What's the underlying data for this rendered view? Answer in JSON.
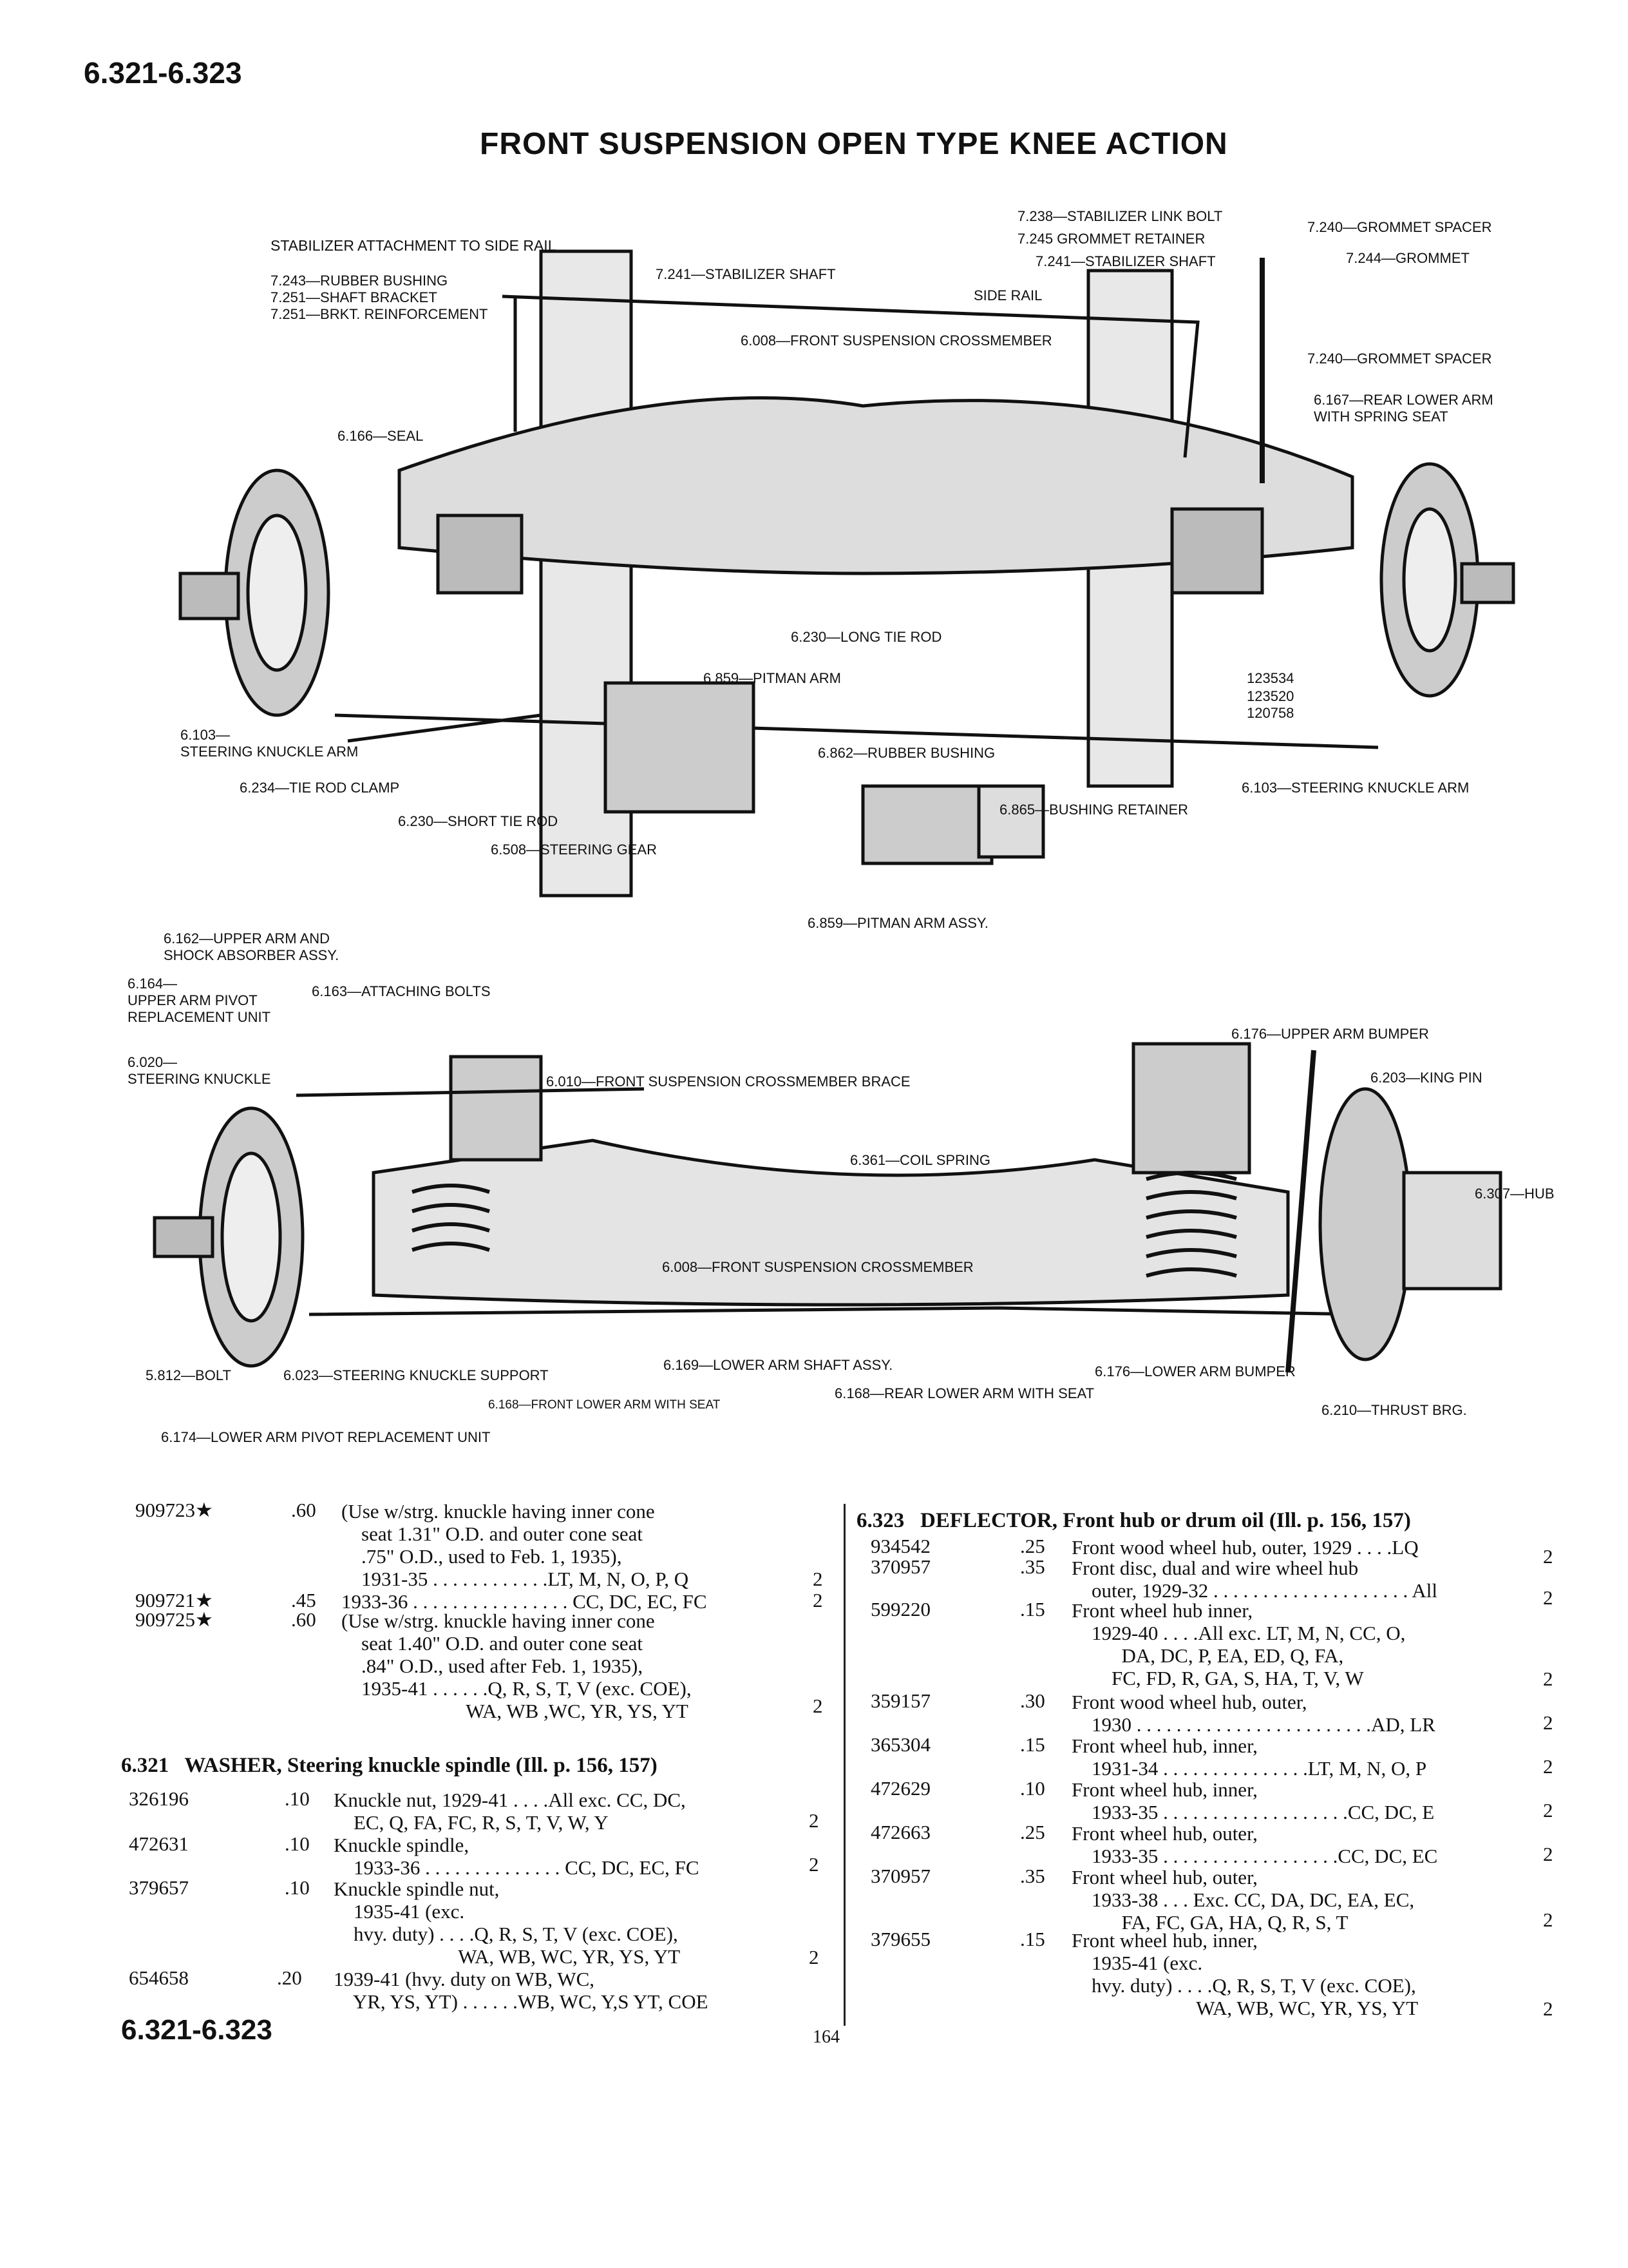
{
  "page": {
    "range_top": "6.321-6.323",
    "range_bottom": "6.321-6.323",
    "title": "FRONT SUSPENSION OPEN TYPE KNEE ACTION",
    "page_number": "164"
  },
  "diagram_top_labels": [
    "STABILIZER ATTACHMENT TO SIDE RAIL",
    "7.243—RUBBER BUSHING",
    "7.251—SHAFT BRACKET",
    "7.251—BRKT. REINFORCEMENT",
    "7.241—STABILIZER SHAFT",
    "7.238—STABILIZER LINK BOLT",
    "7.245 GROMMET RETAINER",
    "7.241—STABILIZER SHAFT",
    "7.240—GROMMET SPACER",
    "7.244—GROMMET",
    "SIDE RAIL",
    "6.008—FRONT SUSPENSION CROSSMEMBER",
    "7.240—GROMMET SPACER",
    "6.167—REAR LOWER ARM\nWITH SPRING SEAT",
    "6.166—SEAL",
    "6.230—LONG TIE ROD",
    "6.859—PITMAN ARM",
    "123534",
    "123520",
    "120758",
    "6.103—\nSTEERING KNUCKLE ARM",
    "6.234—TIE ROD CLAMP",
    "6.230—SHORT TIE ROD",
    "6.508—STEERING GEAR",
    "6.862—RUBBER BUSHING",
    "6.865—BUSHING RETAINER",
    "6.103—STEERING KNUCKLE ARM",
    "6.859—PITMAN ARM ASSY."
  ],
  "diagram_bottom_labels": [
    "6.162—UPPER ARM AND\nSHOCK ABSORBER ASSY.",
    "6.164—\nUPPER ARM PIVOT\nREPLACEMENT UNIT",
    "6.163—ATTACHING BOLTS",
    "6.020—\nSTEERING KNUCKLE",
    "6.010—FRONT SUSPENSION CROSSMEMBER BRACE",
    "6.176—UPPER ARM BUMPER",
    "6.203—KING PIN",
    "6.361—COIL SPRING",
    "6.307—HUB",
    "6.008—FRONT SUSPENSION CROSSMEMBER",
    "5.812—BOLT",
    "6.023—STEERING KNUCKLE SUPPORT",
    "6.169—LOWER ARM SHAFT ASSY.",
    "6.176—LOWER ARM BUMPER",
    "6.168—FRONT LOWER ARM WITH SEAT",
    "6.168—REAR LOWER ARM WITH SEAT",
    "6.210—THRUST BRG.",
    "6.174—LOWER ARM PIVOT REPLACEMENT UNIT"
  ],
  "left_column": {
    "entries_top": [
      {
        "part": "909723★",
        "price": ".60",
        "desc": "(Use w/strg. knuckle having inner cone\n    seat 1.31\" O.D. and outer cone seat\n    .75\" O.D., used to Feb. 1, 1935),\n    1931-35 . . . . . . . . . . . .LT, M, N, O, P, Q",
        "qty": "2"
      },
      {
        "part": "909721★",
        "price": ".45",
        "desc": "1933-36 . . . . . . . . . . . . . . . . CC, DC, EC, FC",
        "qty": "2"
      },
      {
        "part": "909725★",
        "price": ".60",
        "desc": "(Use w/strg. knuckle having inner cone\n    seat 1.40\" O.D. and outer cone seat\n    .84\" O.D., used after Feb. 1, 1935),\n    1935-41 . . . . . .Q, R, S, T, V (exc. COE),\n                         WA, WB ,WC, YR, YS, YT",
        "qty": "2"
      }
    ],
    "section_heading": "6.321   WASHER, Steering knuckle spindle (Ill. p. 156, 157)",
    "entries": [
      {
        "part": "326196",
        "price": ".10",
        "desc": "Knuckle nut, 1929-41 . . . .All exc. CC, DC,\n    EC, Q, FA, FC, R, S, T, V, W, Y",
        "qty": "2"
      },
      {
        "part": "472631",
        "price": ".10",
        "desc": "Knuckle spindle,\n    1933-36 . . . . . . . . . . . . . . CC, DC, EC, FC",
        "qty": "2"
      },
      {
        "part": "379657",
        "price": ".10",
        "desc": "Knuckle spindle nut,\n    1935-41 (exc.\n    hvy. duty) . . . .Q, R, S, T, V (exc. COE),\n                         WA, WB, WC, YR, YS, YT",
        "qty": "2"
      },
      {
        "part": "654658",
        "price": ".20",
        "desc": "1939-41 (hvy. duty on WB, WC,\n    YR, YS, YT) . . . . . .WB, WC, Y,S YT, COE",
        "qty": ""
      }
    ]
  },
  "right_column": {
    "section_heading": "6.323   DEFLECTOR, Front hub or drum oil (Ill. p. 156, 157)",
    "entries": [
      {
        "part": "934542",
        "price": ".25",
        "desc": "Front wood wheel hub, outer, 1929 . . . .LQ",
        "qty": "2"
      },
      {
        "part": "370957",
        "price": ".35",
        "desc": "Front disc, dual and wire wheel hub\n    outer, 1929-32 . . . . . . . . . . . . . . . . . . . . All",
        "qty": "2"
      },
      {
        "part": "599220",
        "price": ".15",
        "desc": "Front wheel hub inner,\n    1929-40 . . . .All exc. LT, M, N, CC, O,\n          DA, DC, P, EA, ED, Q, FA,\n        FC, FD, R, GA, S, HA, T, V, W",
        "qty": "2"
      },
      {
        "part": "359157",
        "price": ".30",
        "desc": "Front wood wheel hub, outer,\n    1930 . . . . . . . . . . . . . . . . . . . . . . . .AD, LR",
        "qty": "2"
      },
      {
        "part": "365304",
        "price": ".15",
        "desc": "Front wheel hub, inner,\n    1931-34 . . . . . . . . . . . . . . .LT, M, N, O, P",
        "qty": "2"
      },
      {
        "part": "472629",
        "price": ".10",
        "desc": "Front wheel hub, inner,\n    1933-35 . . . . . . . . . . . . . . . . . . .CC, DC, E",
        "qty": "2"
      },
      {
        "part": "472663",
        "price": ".25",
        "desc": "Front wheel hub, outer,\n    1933-35 . . . . . . . . . . . . . . . . . .CC, DC, EC",
        "qty": "2"
      },
      {
        "part": "370957",
        "price": ".35",
        "desc": "Front wheel hub, outer,\n    1933-38 . . . Exc. CC, DA, DC, EA, EC,\n          FA, FC, GA, HA, Q, R, S, T",
        "qty": "2"
      },
      {
        "part": "379655",
        "price": ".15",
        "desc": "Front wheel hub, inner,\n    1935-41 (exc.\n    hvy. duty) . . . .Q, R, S, T, V (exc. COE),\n                         WA, WB, WC, YR, YS, YT",
        "qty": "2"
      }
    ]
  }
}
